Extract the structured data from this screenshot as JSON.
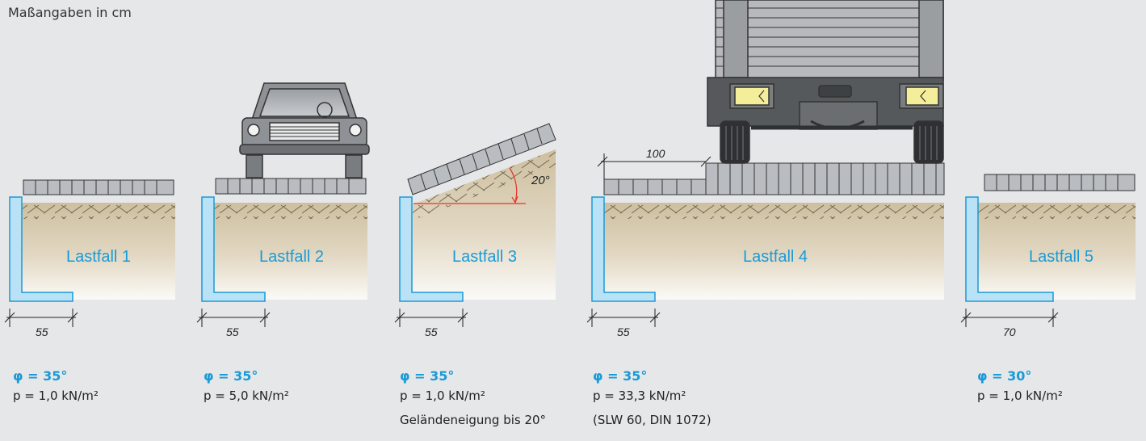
{
  "caption": "Maßangaben in cm",
  "colors": {
    "accent": "#1a9ad6",
    "wall": "#b9e2f6",
    "soil": "#d9ccb2",
    "paving": "#b9bcc0",
    "dimension_red": "#e8322b"
  },
  "cases": [
    {
      "title": "Lastfall 1",
      "dimension": "55",
      "phi": "φ = 35°",
      "load": "p = 1,0 kN/m²",
      "note": ""
    },
    {
      "title": "Lastfall 2",
      "dimension": "55",
      "phi": "φ = 35°",
      "load": "p = 5,0 kN/m²",
      "note": ""
    },
    {
      "title": "Lastfall 3",
      "dimension": "55",
      "phi": "φ = 35°",
      "load": "p = 1,0 kN/m²",
      "note": "Geländeneigung bis 20°",
      "angle": "20°"
    },
    {
      "title": "Lastfall 4",
      "dimension": "55",
      "phi": "φ = 35°",
      "load": "p = 33,3 kN/m²",
      "note": "(SLW 60, DIN 1072)",
      "offset": "100"
    },
    {
      "title": "Lastfall 5",
      "dimension": "70",
      "phi": "φ = 30°",
      "load": "p = 1,0 kN/m²",
      "note": ""
    }
  ]
}
